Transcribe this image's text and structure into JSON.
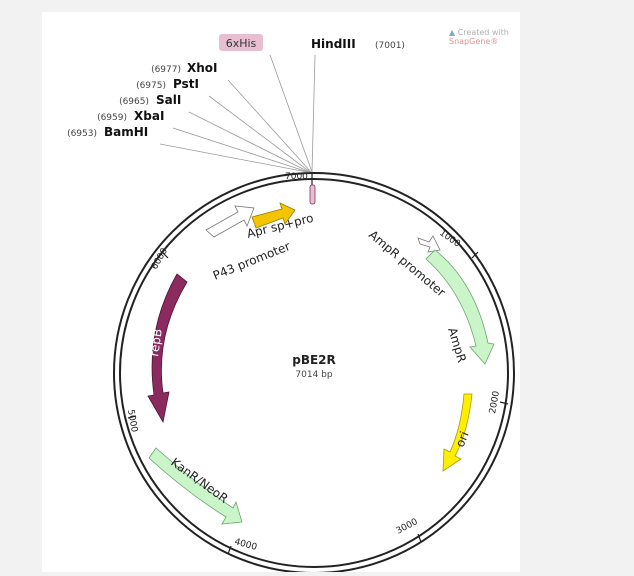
{
  "watermark": {
    "prefix": "Created with ",
    "brand": "SnapGene",
    "reg": "®"
  },
  "plasmid": {
    "name": "pBE2R",
    "length_label": "7014 bp",
    "length": 7014
  },
  "ticks": [
    {
      "pos": 0,
      "label": "7000"
    },
    {
      "pos": 1000,
      "label": "1000"
    },
    {
      "pos": 2000,
      "label": "2000"
    },
    {
      "pos": 3000,
      "label": "3000"
    },
    {
      "pos": 4000,
      "label": "4000"
    },
    {
      "pos": 5000,
      "label": "5000"
    },
    {
      "pos": 6000,
      "label": "6000"
    }
  ],
  "sites": [
    {
      "name": "HindIII",
      "pos": "(7001)"
    },
    {
      "name": "XhoI",
      "pos": "(6977)"
    },
    {
      "name": "PstI",
      "pos": "(6975)"
    },
    {
      "name": "SalI",
      "pos": "(6965)"
    },
    {
      "name": "XbaI",
      "pos": "(6959)"
    },
    {
      "name": "BamHI",
      "pos": "(6953)"
    }
  ],
  "tag": {
    "name": "6xHis",
    "color": "#e8bfd0"
  },
  "features": [
    {
      "name": "Apr sp+pro",
      "color": "#f5c400"
    },
    {
      "name": "P43 promoter",
      "color": "#ffffff"
    },
    {
      "name": "AmpR promoter",
      "color": "#ffffff"
    },
    {
      "name": "AmpR",
      "color": "#c9f5c9"
    },
    {
      "name": "ori",
      "color": "#ffee00"
    },
    {
      "name": "KanR/NeoR",
      "color": "#c9f5c9"
    },
    {
      "name": "repB",
      "color": "#8b2a5e"
    }
  ]
}
